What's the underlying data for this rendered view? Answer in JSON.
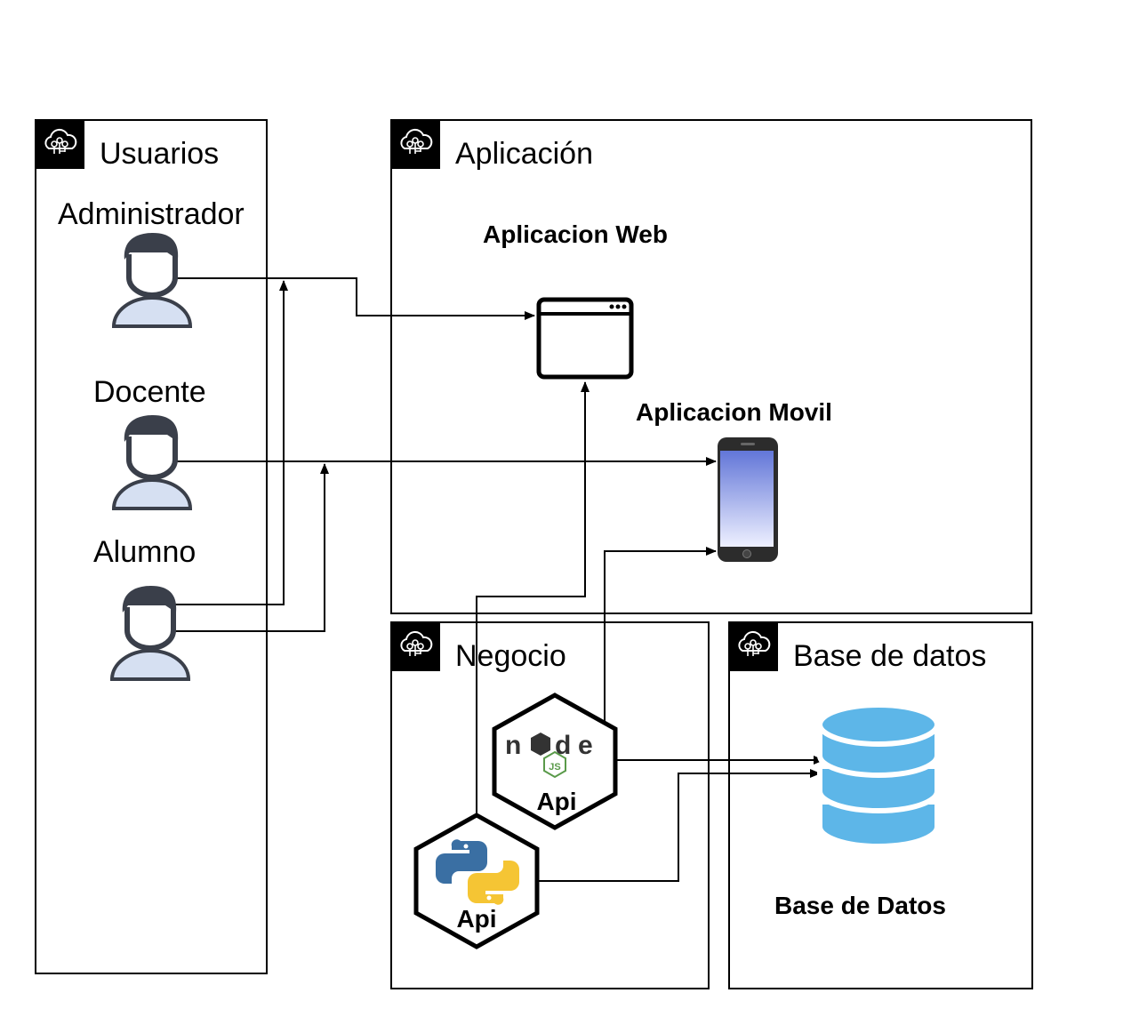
{
  "groups": {
    "users": {
      "title": "Usuarios"
    },
    "application": {
      "title": "Aplicación"
    },
    "business": {
      "title": "Negocio"
    },
    "database": {
      "title": "Base de datos"
    }
  },
  "actors": {
    "admin": "Administrador",
    "teacher": "Docente",
    "student": "Alumno"
  },
  "apps": {
    "web": "Aplicacion Web",
    "mobile": "Aplicacion Movil"
  },
  "apis": {
    "node": "Api",
    "python": "Api"
  },
  "db": {
    "label": "Base de Datos"
  },
  "icons": {
    "group": "cloud-tree-icon",
    "actor": "user-icon",
    "web": "browser-window-icon",
    "mobile": "smartphone-icon",
    "node": "nodejs-logo-icon",
    "python": "python-logo-icon",
    "db": "database-icon"
  },
  "colors": {
    "user_head": "#3a3f4a",
    "user_body": "#d6e0f2",
    "db": "#5db6e8",
    "phone_screen_top": "#6276d8",
    "phone_screen_bottom": "#eef0ff",
    "node_green": "#5a9a4a",
    "python_blue": "#3a6fa3",
    "python_yellow": "#f5c534"
  }
}
